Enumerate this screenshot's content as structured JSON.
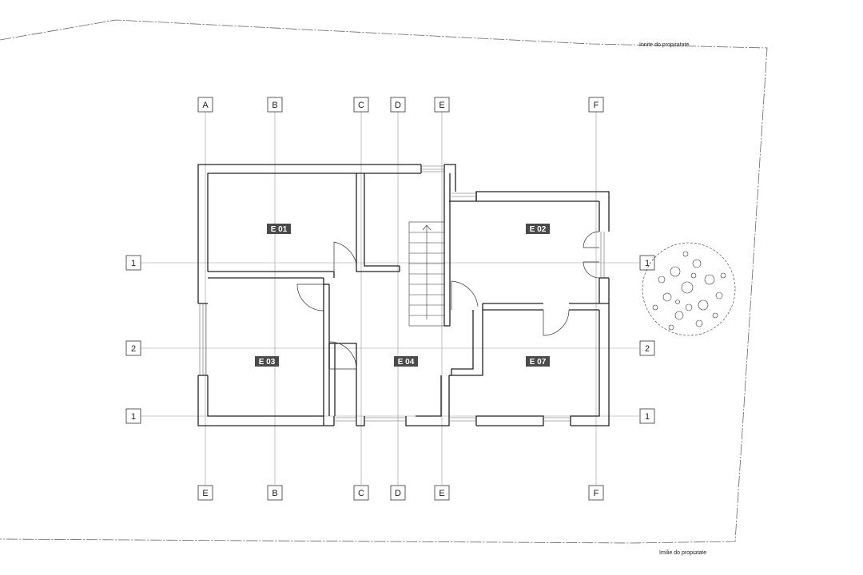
{
  "property_labels": {
    "top": "Innite do propiratate.",
    "bottom": "Imilie do propiətate"
  },
  "grid": {
    "top": [
      "A",
      "B",
      "C",
      "D",
      "E",
      "F"
    ],
    "bottom": [
      "E",
      "B",
      "C",
      "D",
      "E",
      "F"
    ],
    "left": [
      "1",
      "2",
      "1"
    ],
    "right": [
      "1",
      "2",
      "1"
    ]
  },
  "rooms": [
    "E 01",
    "E 02",
    "E 03",
    "E 04",
    "E 07"
  ],
  "colors": {
    "wall": "#222222",
    "grid_line": "#9a9a9a",
    "tag_bg": "#4a4a4a",
    "tag_text": "#ffffff"
  }
}
